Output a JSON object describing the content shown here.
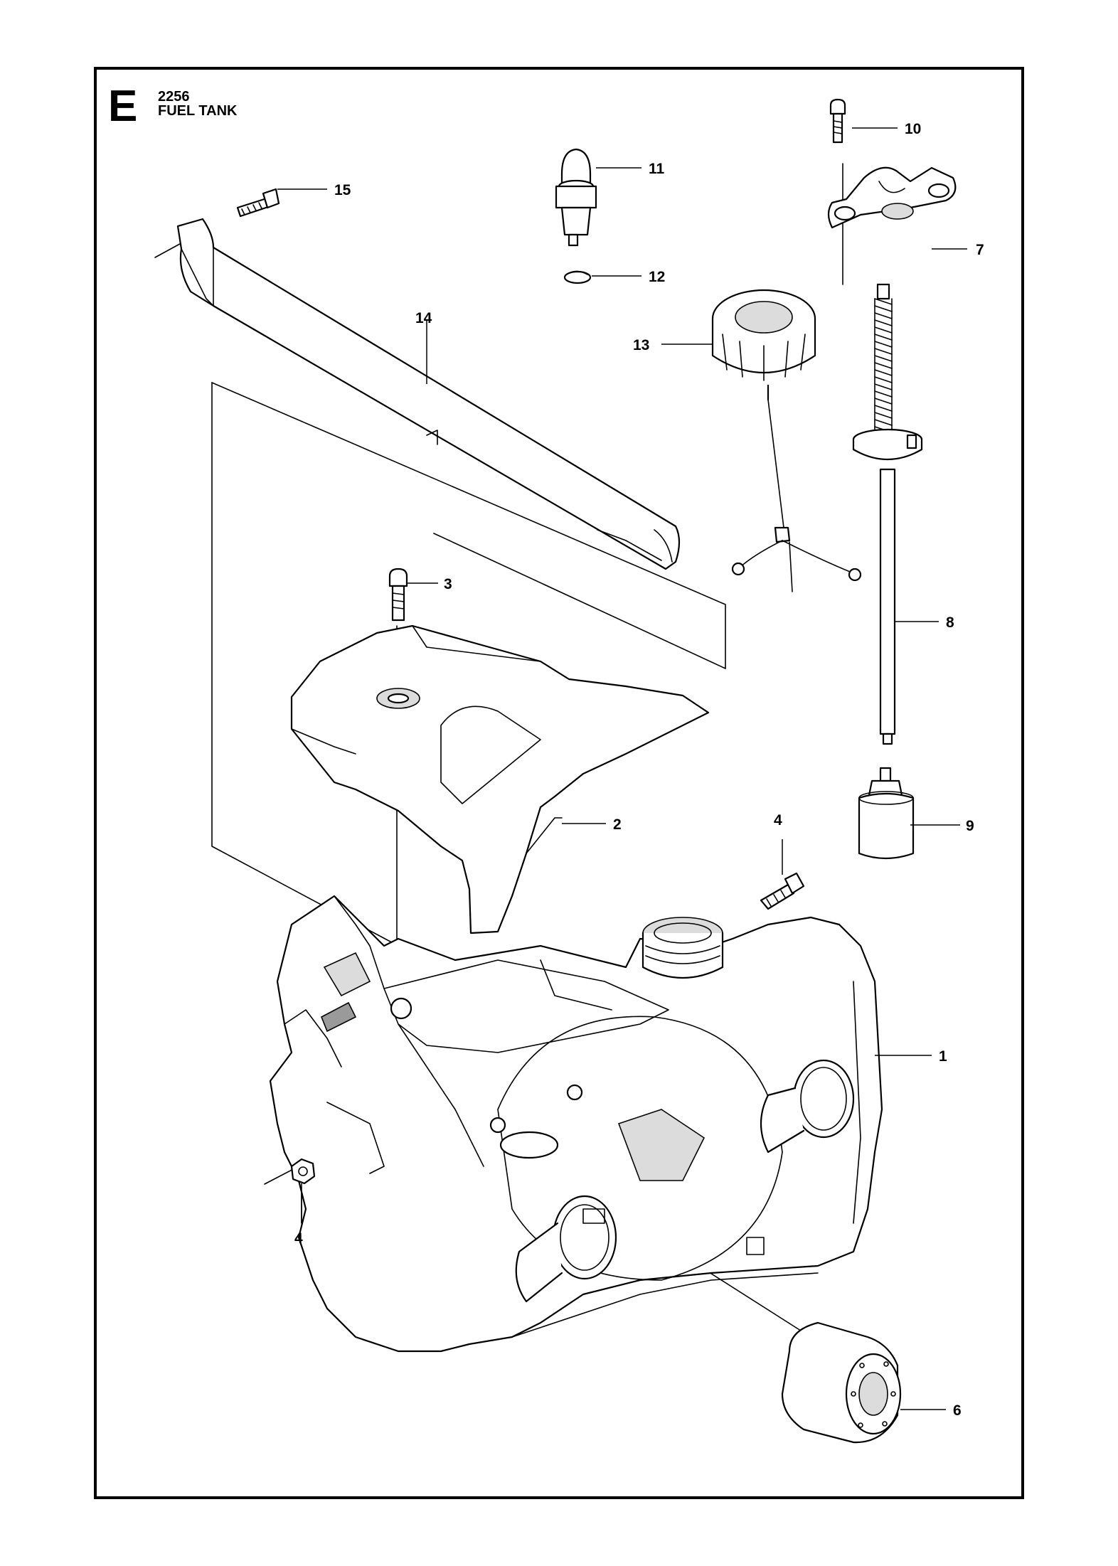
{
  "header": {
    "section_letter": "E",
    "code": "2256",
    "title": "FUEL TANK"
  },
  "callouts": [
    "1",
    "2",
    "3",
    "4",
    "4",
    "6",
    "7",
    "8",
    "9",
    "10",
    "11",
    "12",
    "13",
    "14",
    "15"
  ]
}
